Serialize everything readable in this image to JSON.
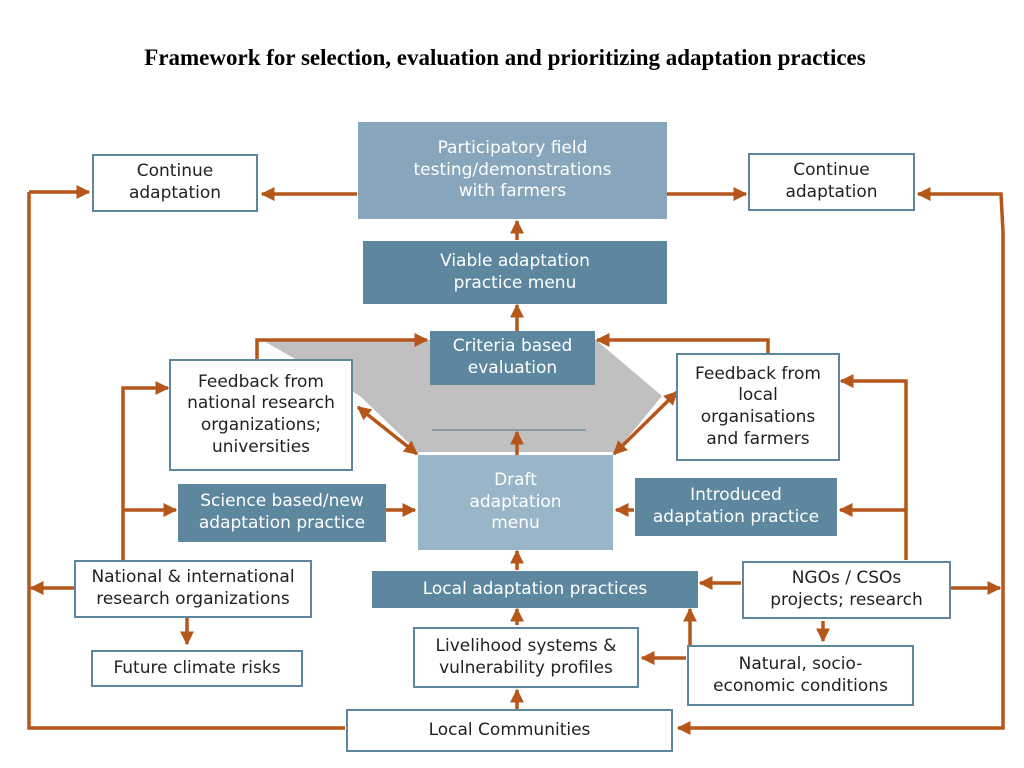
{
  "title": "Framework for selection, evaluation and prioritizing adaptation practices",
  "nodes": {
    "continue_left": "Continue\nadaptation",
    "participatory": "Participatory field\ntesting/demonstrations\nwith farmers",
    "continue_right": "Continue\nadaptation",
    "viable_menu": "Viable adaptation\npractice menu",
    "criteria": "Criteria based\nevaluation",
    "feedback_national": "Feedback from\nnational research\norganizations;\nuniversities",
    "feedback_local": "Feedback from\nlocal\norganisations\nand farmers",
    "draft_menu": "Draft\nadaptation\nmenu",
    "science_based": "Science based/new\nadaptation practice",
    "introduced": "Introduced\nadaptation practice",
    "national_intl": "National & international\nresearch organizations",
    "local_practices": "Local adaptation practices",
    "ngos": "NGOs / CSOs\nprojects; research",
    "future_climate": "Future climate risks",
    "livelihood": "Livelihood systems &\nvulnerability profiles",
    "natural_socio": "Natural, socio-\neconomic conditions",
    "local_communities": "Local Communities"
  },
  "colors": {
    "arrow": "#b5561b",
    "box_border": "#5e869e",
    "box_dark": "#5c879f",
    "box_light": "#87a6bb",
    "funnel": "#c0c0c0"
  }
}
